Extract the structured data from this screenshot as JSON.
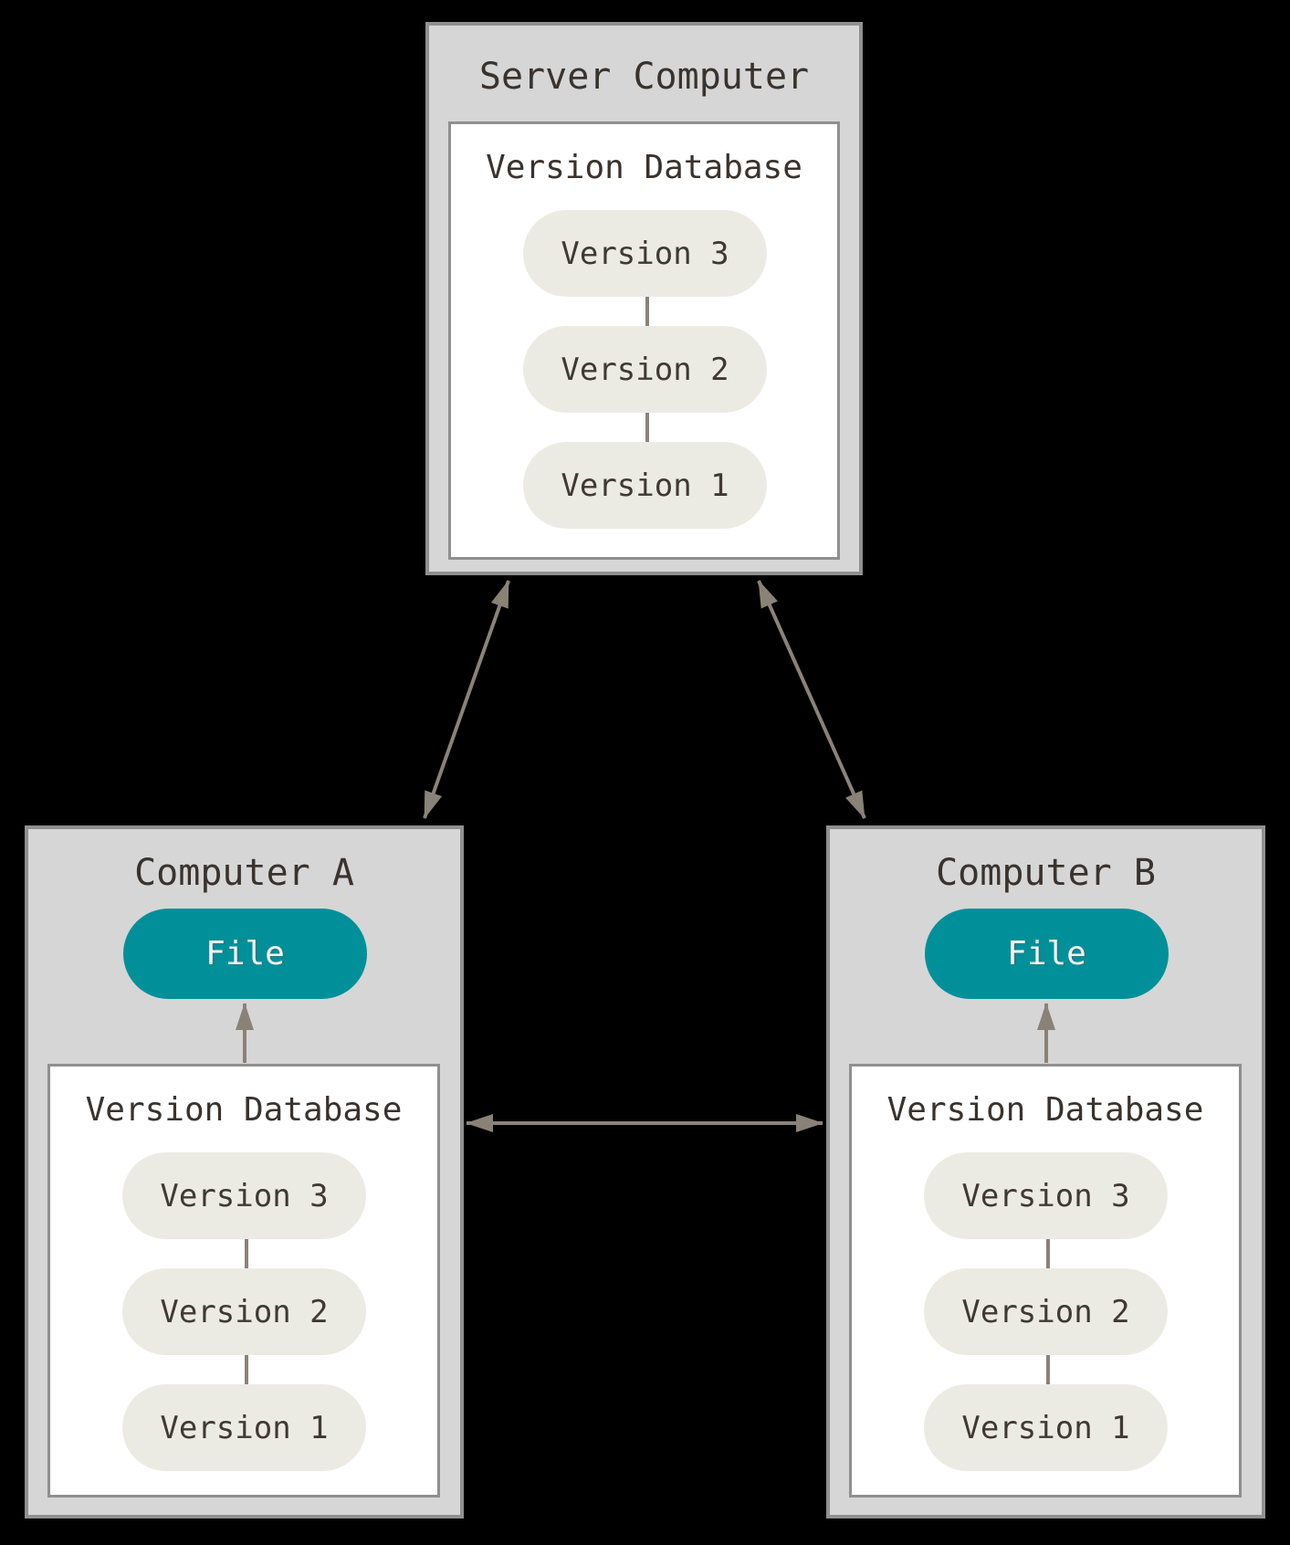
{
  "server": {
    "title": "Server Computer",
    "database": {
      "heading": "Version Database",
      "versions": [
        "Version 3",
        "Version 2",
        "Version 1"
      ]
    }
  },
  "computer_a": {
    "title": "Computer A",
    "file_label": "File",
    "database": {
      "heading": "Version Database",
      "versions": [
        "Version 3",
        "Version 2",
        "Version 1"
      ]
    }
  },
  "computer_b": {
    "title": "Computer B",
    "file_label": "File",
    "database": {
      "heading": "Version Database",
      "versions": [
        "Version 3",
        "Version 2",
        "Version 1"
      ]
    }
  },
  "colors": {
    "background": "#000000",
    "box_fill": "#d6d6d6",
    "box_border": "#909090",
    "inner_fill": "#ffffff",
    "version_pill_fill": "#ecebe3",
    "file_pill_fill": "#019099",
    "file_pill_text": "#f4f4f2",
    "text": "#3a332d",
    "arrow": "#8b8277"
  }
}
